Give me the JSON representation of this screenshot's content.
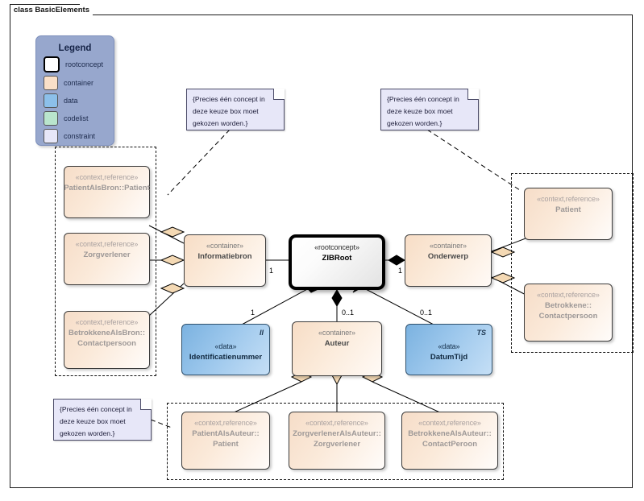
{
  "frame": {
    "title": "class BasicElements"
  },
  "legend": {
    "title": "Legend",
    "items": [
      {
        "label": "rootconcept",
        "color": "#ffffff",
        "kind": "root"
      },
      {
        "label": "container",
        "color": "#fae0c8",
        "kind": "plain"
      },
      {
        "label": "data",
        "color": "#8cc0ea",
        "kind": "plain"
      },
      {
        "label": "codelist",
        "color": "#b9e5cd",
        "kind": "plain"
      },
      {
        "label": "constraint",
        "color": "#e7e7f8",
        "kind": "plain"
      }
    ]
  },
  "notes": [
    {
      "id": "note-top-left",
      "text": "{Precies één concept in\ndeze keuze box moet\ngekozen worden.}"
    },
    {
      "id": "note-top-right",
      "text": "{Precies één concept in\ndeze keuze box moet\ngekozen worden.}"
    },
    {
      "id": "note-bottom-left",
      "text": "{Precies één concept in\ndeze keuze box moet\ngekozen worden.}"
    }
  ],
  "nodes": {
    "zibroot": {
      "stereotype": "«rootconcept»",
      "name": "ZIBRoot",
      "kind": "rootconcept"
    },
    "informatiebron": {
      "stereotype": "«container»",
      "name": "Informatiebron",
      "kind": "container"
    },
    "onderwerp": {
      "stereotype": "«container»",
      "name": "Onderwerp",
      "kind": "container"
    },
    "auteur": {
      "stereotype": "«container»",
      "name": "Auteur",
      "kind": "container"
    },
    "identificatienummer": {
      "stereotype": "«data»",
      "name": "Identificatienummer",
      "kind": "data",
      "corner": "II"
    },
    "datumtijd": {
      "stereotype": "«data»",
      "name": "DatumTijd",
      "kind": "data",
      "corner": "TS"
    },
    "patientalsbron": {
      "stereotype": "«context,reference»",
      "name": "PatientAlsBron::Patient",
      "kind": "reference"
    },
    "zorgverlener_bron": {
      "stereotype": "«context,reference»",
      "name": "Zorgverlener",
      "kind": "reference"
    },
    "betrokkenealsbron": {
      "stereotype": "«context,reference»",
      "name_line1": "BetrokkeneAlsBron::",
      "name_line2": "Contactpersoon",
      "kind": "reference"
    },
    "patient_right": {
      "stereotype": "«context,reference»",
      "name": "Patient",
      "kind": "reference"
    },
    "betrokkene_right": {
      "stereotype": "«context,reference»",
      "name_line1": "Betrokkene::",
      "name_line2": "Contactpersoon",
      "kind": "reference"
    },
    "patientalsauteur": {
      "stereotype": "«context,reference»",
      "name_line1": "PatientAlsAuteur::",
      "name_line2": "Patient",
      "kind": "reference"
    },
    "zorgverleneralsauteur": {
      "stereotype": "«context,reference»",
      "name_line1": "ZorgverlenerAlsAuteur::",
      "name_line2": "Zorgverlener",
      "kind": "reference"
    },
    "betrokkenealsauteur": {
      "stereotype": "«context,reference»",
      "name_line1": "BetrokkeneAlsAuteur::",
      "name_line2": "ContactPeroon",
      "kind": "reference"
    }
  },
  "multiplicities": {
    "informatiebron_to_root": "1",
    "onderwerp_to_root": "1",
    "identificatienummer_to_root": "1",
    "auteur_to_root": "0..1",
    "datumtijd_to_root": "0..1"
  },
  "colors": {
    "legend_panel": "#97a7cd",
    "container_fill": "#fae0c8",
    "data_fill": "#8cc0ea",
    "codelist_fill": "#b9e5cd",
    "constraint_fill": "#e7e7f8",
    "rootconcept_fill": "#ffffff",
    "diamond_fill": "#f4d9b4",
    "line": "#000000"
  }
}
